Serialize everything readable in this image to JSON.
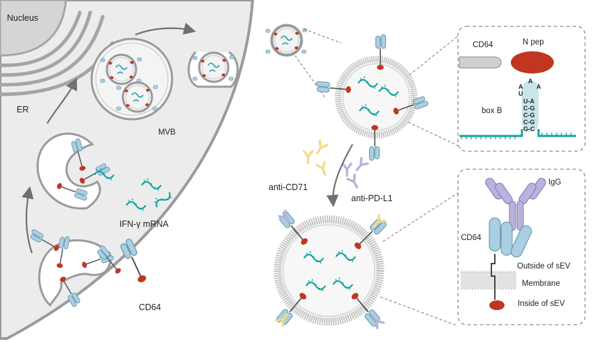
{
  "labels": {
    "nucleus": "Nucleus",
    "er": "ER",
    "mvb": "MVB",
    "ifn_mrna": "IFN-γ mRNA",
    "cd64_cell": "CD64",
    "anti_cd71": "anti-CD71",
    "anti_pdl1": "anti-PD-L1",
    "cd64_inset": "CD64",
    "n_pep": "N pep",
    "box_b": "box B",
    "igg": "IgG",
    "cd64_membrane": "CD64",
    "outside_sev": "Outside of sEV",
    "membrane": "Membrane",
    "inside_sev": "Inside of sEV"
  },
  "stem_loop": {
    "loop": [
      "A",
      "A",
      "A",
      "U"
    ],
    "pairs": [
      "U-A",
      "C-G",
      "C-G",
      "C-G",
      "G-C"
    ]
  },
  "colors": {
    "cell_fill": "#ececec",
    "cell_outline": "#9a9a9a",
    "cd64_blue": "#a9cfe0",
    "cd64_outline": "#5d8ea8",
    "n_pep_red": "#c0361f",
    "mrna_teal": "#13a3a0",
    "igg_purple": "#b9b2dc",
    "anti_cd71_yellow": "#f1dc86",
    "arrow_gray": "#707070"
  }
}
